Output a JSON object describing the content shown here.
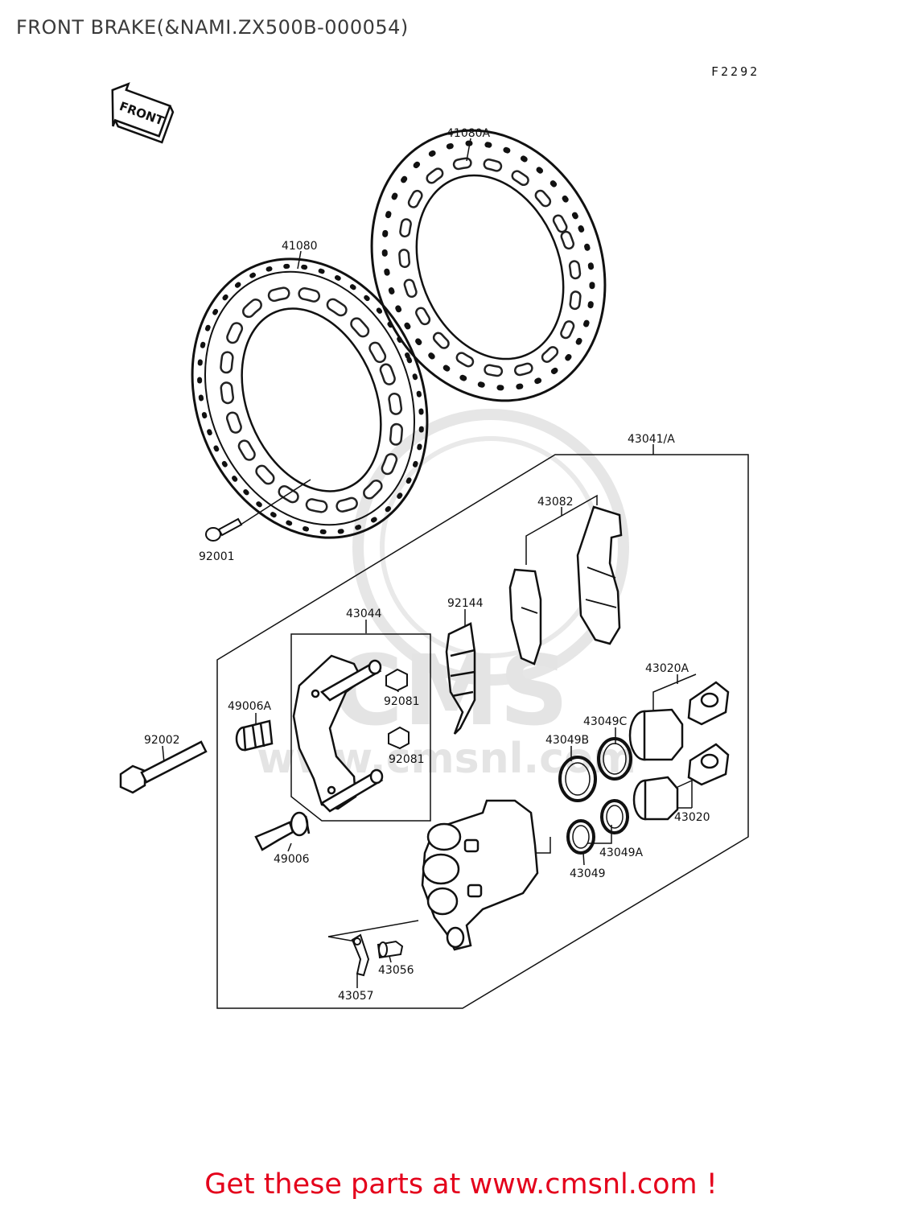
{
  "page": {
    "title": "FRONT BRAKE(&NAMI.ZX500B-000054)",
    "figure_code": "F2292",
    "front_arrow_label": "FRONT",
    "footer_link": "Get these parts at www.cmsnl.com !"
  },
  "watermark": {
    "text": "CMS",
    "url_text": "www.cmsnl.com"
  },
  "colors": {
    "line": "#111111",
    "footer": "#e4001b",
    "watermark": "#e4e4e4"
  },
  "parts": [
    {
      "id": "41080A",
      "label": "41080A"
    },
    {
      "id": "41080",
      "label": "41080"
    },
    {
      "id": "43041A",
      "label": "43041/A"
    },
    {
      "id": "43082",
      "label": "43082"
    },
    {
      "id": "92001",
      "label": "92001"
    },
    {
      "id": "92144",
      "label": "92144"
    },
    {
      "id": "43044",
      "label": "43044"
    },
    {
      "id": "43020A",
      "label": "43020A"
    },
    {
      "id": "92081a",
      "label": "92081"
    },
    {
      "id": "49006A",
      "label": "49006A"
    },
    {
      "id": "43049C",
      "label": "43049C"
    },
    {
      "id": "92002",
      "label": "92002"
    },
    {
      "id": "43049B",
      "label": "43049B"
    },
    {
      "id": "92081b",
      "label": "92081"
    },
    {
      "id": "43020",
      "label": "43020"
    },
    {
      "id": "49006",
      "label": "49006"
    },
    {
      "id": "43049A",
      "label": "43049A"
    },
    {
      "id": "43049",
      "label": "43049"
    },
    {
      "id": "43056",
      "label": "43056"
    },
    {
      "id": "43057",
      "label": "43057"
    }
  ]
}
